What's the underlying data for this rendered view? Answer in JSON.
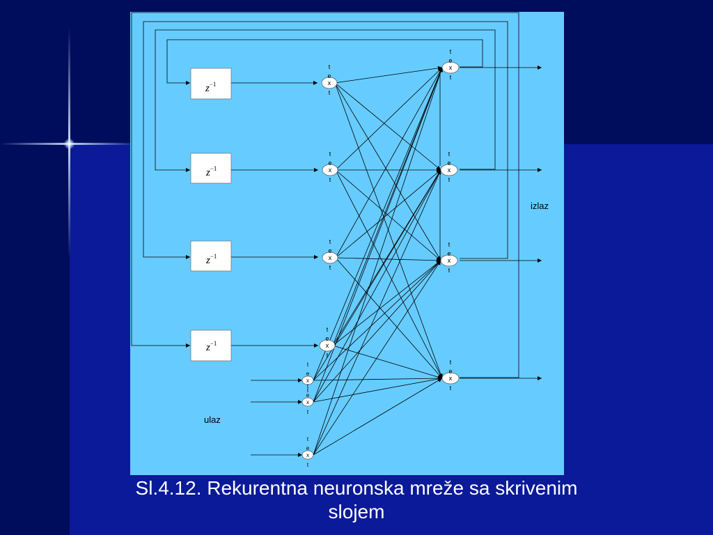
{
  "caption": {
    "line1": "Sl.4.12. Rekurentna neuronska mreže sa skrivenim",
    "line2": "slojem"
  },
  "labels": {
    "output": "izlaz",
    "input": "ulaz"
  },
  "delay_blocks": [
    {
      "z": "z",
      "exp": "−1"
    },
    {
      "z": "z",
      "exp": "−1"
    },
    {
      "z": "z",
      "exp": "−1"
    },
    {
      "z": "z",
      "exp": "−1"
    }
  ],
  "neuron_text": [
    "t",
    "e",
    "x",
    "t"
  ],
  "colors": {
    "background": "#0d1a8a",
    "panel": "#66ccff",
    "line": "#000000",
    "caption": "#ffffff"
  }
}
